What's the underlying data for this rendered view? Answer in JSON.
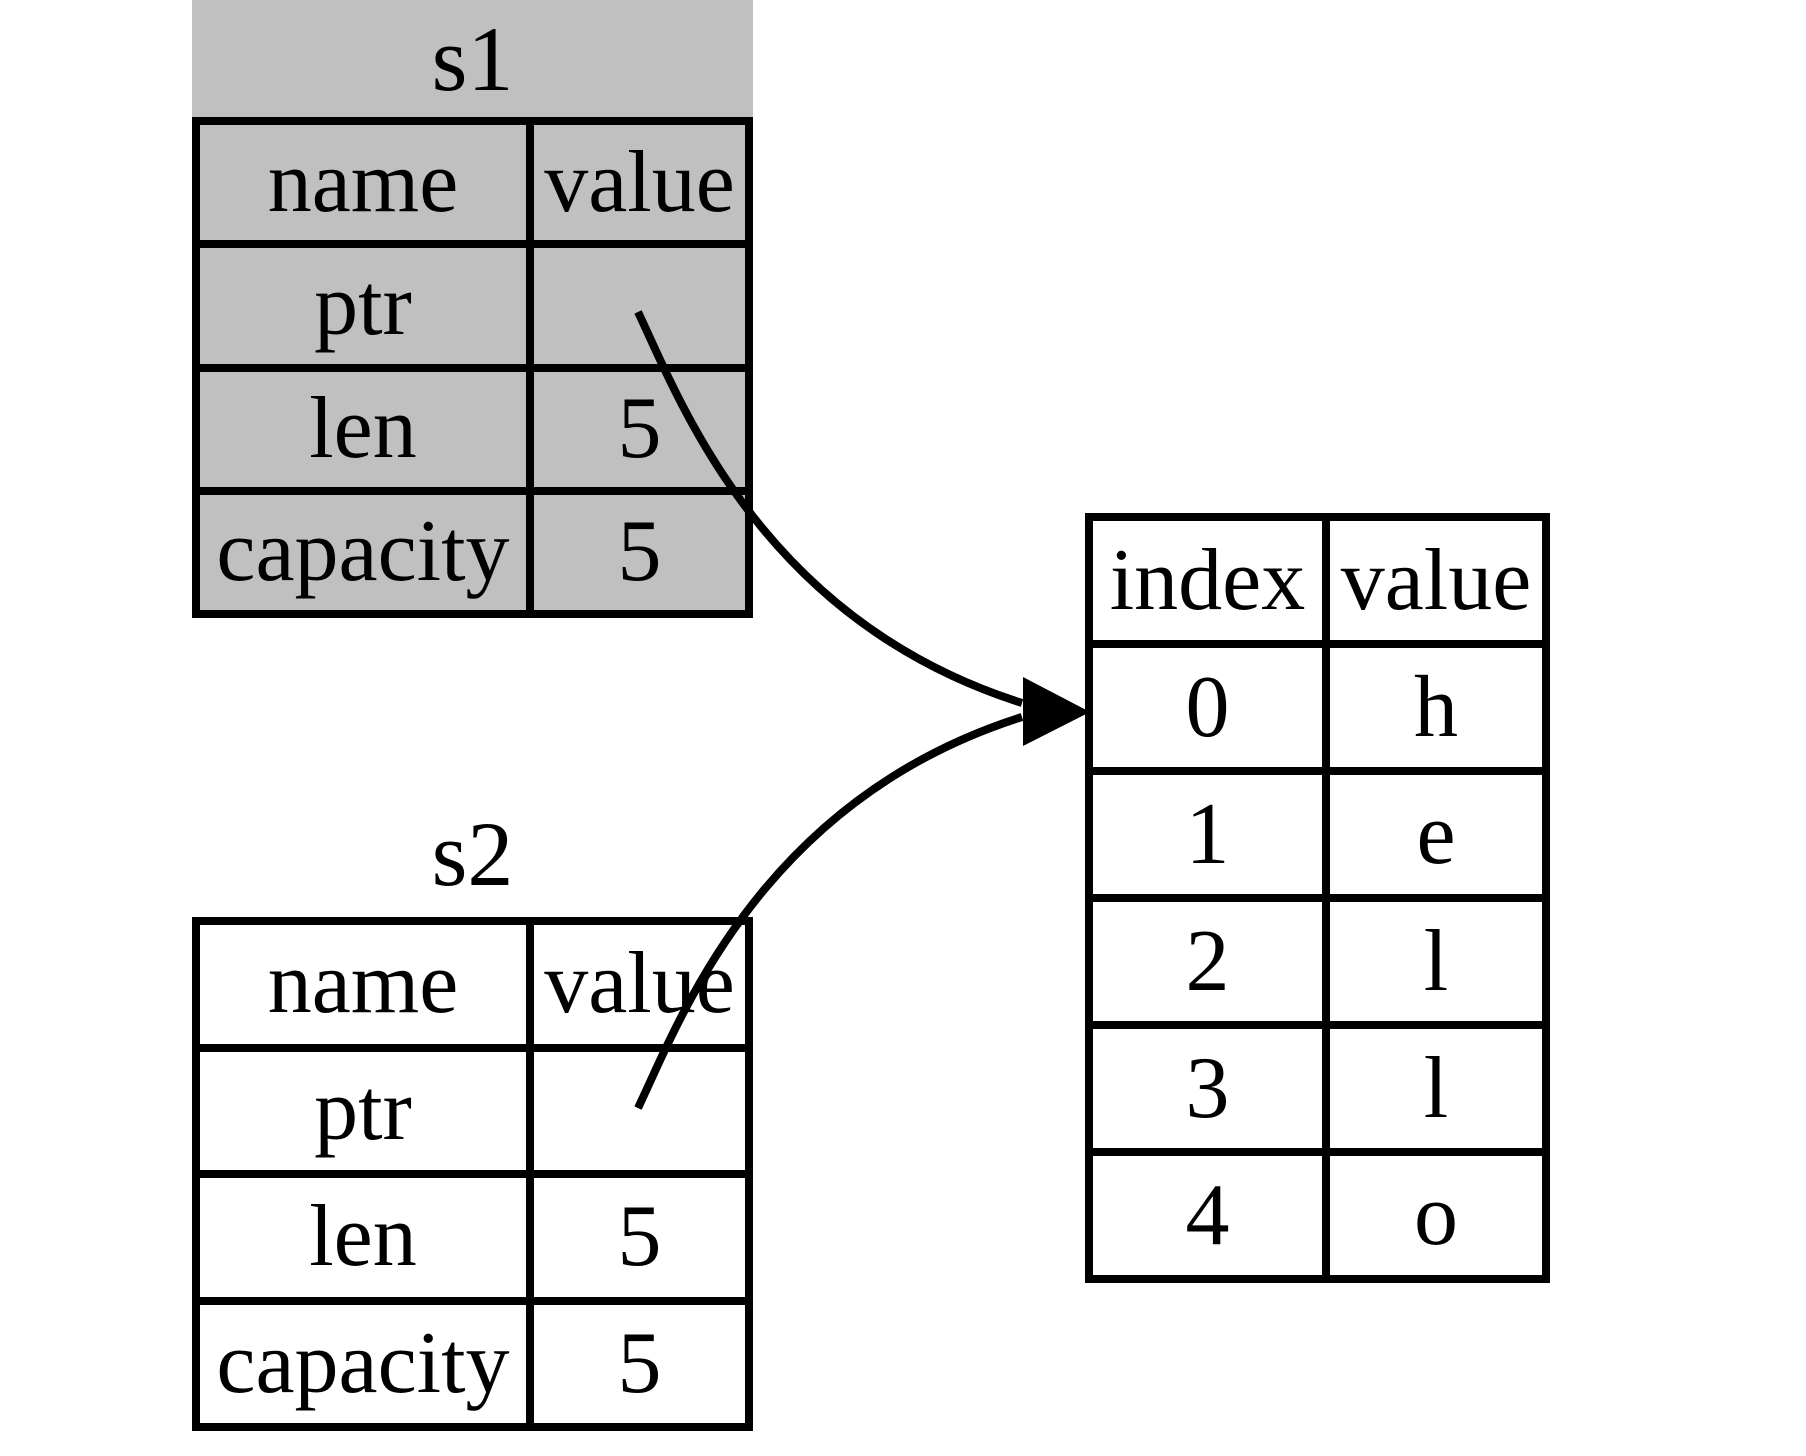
{
  "diagram": {
    "canvas_bg": "#ffffff",
    "ink": "#000000",
    "s1": {
      "title": "s1",
      "fill": "#c0c0c0",
      "col_headers": [
        "name",
        "value"
      ],
      "rows": [
        {
          "name": "ptr",
          "value": ""
        },
        {
          "name": "len",
          "value": "5"
        },
        {
          "name": "capacity",
          "value": "5"
        }
      ]
    },
    "s2": {
      "title": "s2",
      "fill": "#ffffff",
      "col_headers": [
        "name",
        "value"
      ],
      "rows": [
        {
          "name": "ptr",
          "value": ""
        },
        {
          "name": "len",
          "value": "5"
        },
        {
          "name": "capacity",
          "value": "5"
        }
      ]
    },
    "heap": {
      "fill": "#ffffff",
      "col_headers": [
        "index",
        "value"
      ],
      "rows": [
        {
          "index": "0",
          "value": "h"
        },
        {
          "index": "1",
          "value": "e"
        },
        {
          "index": "2",
          "value": "l"
        },
        {
          "index": "3",
          "value": "l"
        },
        {
          "index": "4",
          "value": "o"
        }
      ]
    }
  }
}
